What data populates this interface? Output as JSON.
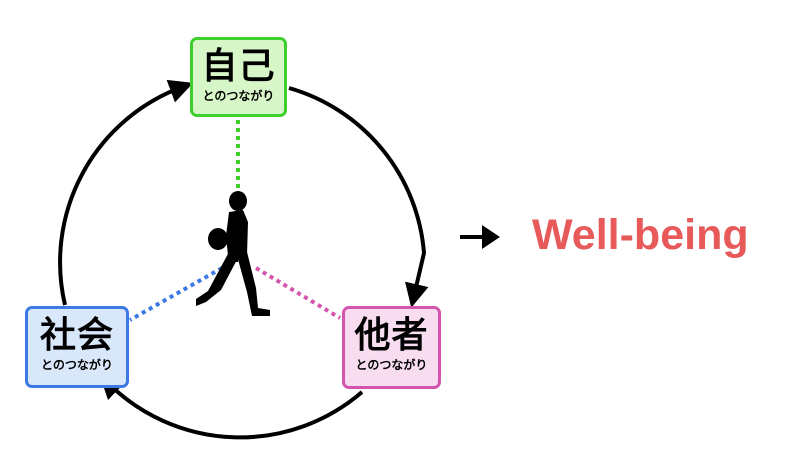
{
  "nodes": {
    "self": {
      "main": "自己",
      "sub": "とのつながり",
      "border": "#3fcf2c",
      "fill": "#d8f7c9"
    },
    "others": {
      "main": "他者",
      "sub": "とのつながり",
      "border": "#d455ad",
      "fill": "#f8dcef"
    },
    "society": {
      "main": "社会",
      "sub": "とのつながり",
      "border": "#3c79e4",
      "fill": "#d9e7fb"
    }
  },
  "result": {
    "label": "Well-being",
    "color": "#e85a5a"
  },
  "center_figure": "walking-person-silhouette",
  "cycle_direction": "clockwise"
}
